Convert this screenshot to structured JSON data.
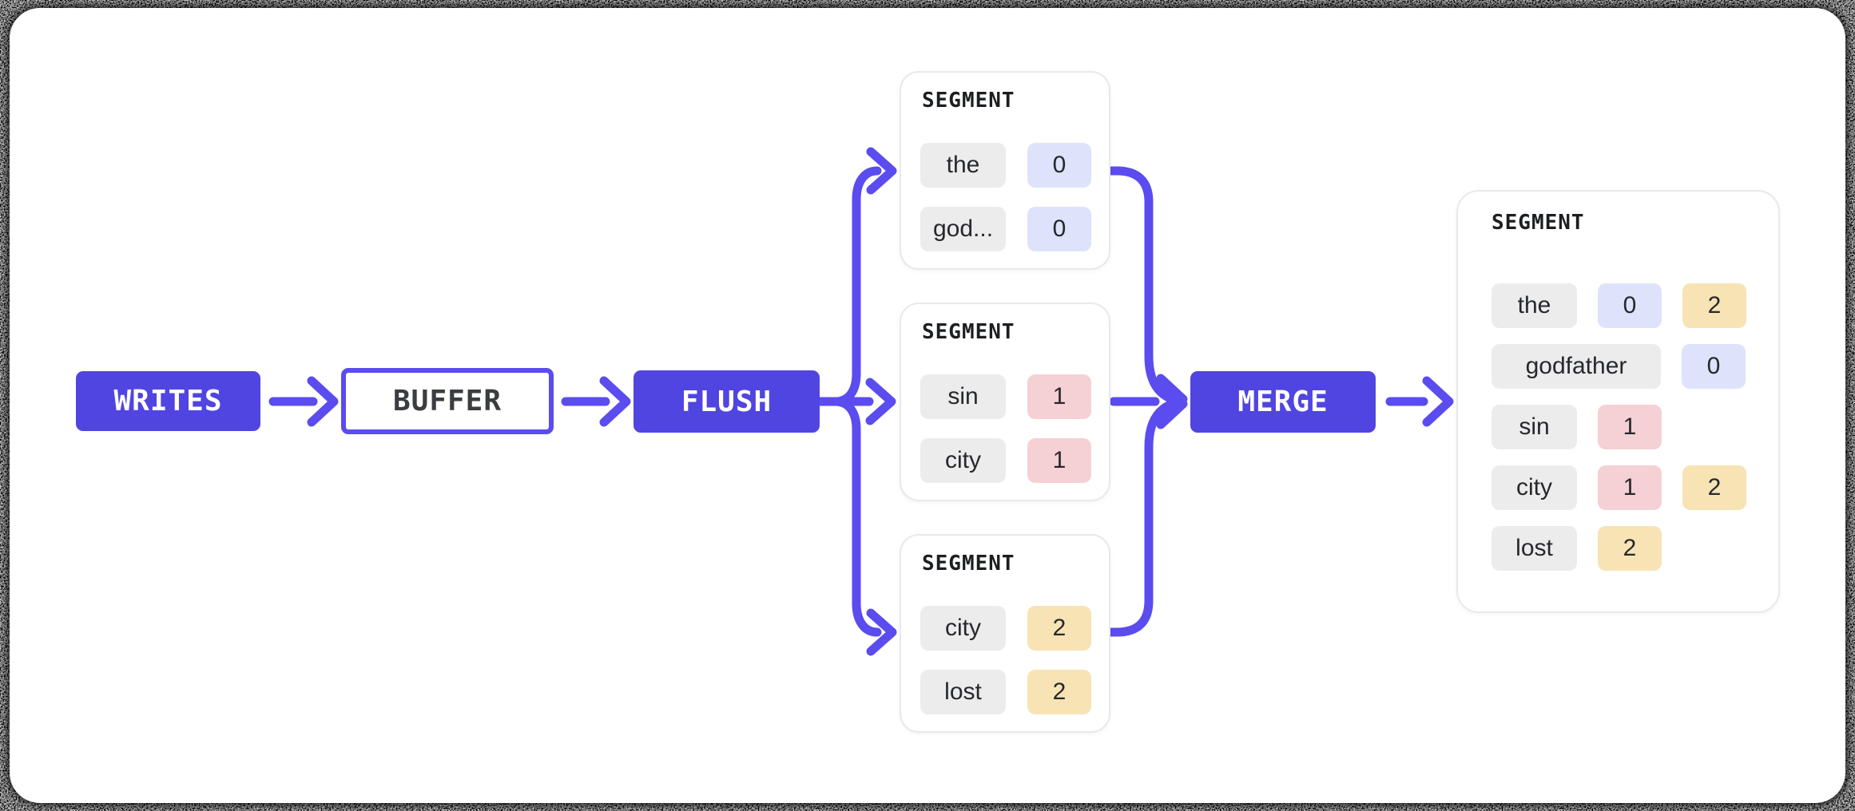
{
  "diagram": {
    "title_semantics": "index write path: writes buffered, flushed to segments, merged into one segment",
    "nodes": [
      {
        "id": "writes",
        "label": "WRITES"
      },
      {
        "id": "buffer",
        "label": "BUFFER"
      },
      {
        "id": "flush",
        "label": "FLUSH"
      },
      {
        "id": "merge",
        "label": "MERGE"
      }
    ],
    "segments": [
      {
        "title": "SEGMENT",
        "rows": [
          {
            "term": "the",
            "postings": [
              {
                "value": "0",
                "color": "lavender"
              }
            ]
          },
          {
            "term": "god...",
            "postings": [
              {
                "value": "0",
                "color": "lavender"
              }
            ]
          }
        ]
      },
      {
        "title": "SEGMENT",
        "rows": [
          {
            "term": "sin",
            "postings": [
              {
                "value": "1",
                "color": "pink"
              }
            ]
          },
          {
            "term": "city",
            "postings": [
              {
                "value": "1",
                "color": "pink"
              }
            ]
          }
        ]
      },
      {
        "title": "SEGMENT",
        "rows": [
          {
            "term": "city",
            "postings": [
              {
                "value": "2",
                "color": "amber"
              }
            ]
          },
          {
            "term": "lost",
            "postings": [
              {
                "value": "2",
                "color": "amber"
              }
            ]
          }
        ]
      }
    ],
    "merged_segment": {
      "title": "SEGMENT",
      "rows": [
        {
          "term": "the",
          "wide": false,
          "postings": [
            {
              "value": "0",
              "color": "lavender"
            },
            {
              "value": "2",
              "color": "amber"
            }
          ]
        },
        {
          "term": "godfather",
          "wide": true,
          "postings": [
            {
              "value": "0",
              "color": "lavender"
            }
          ]
        },
        {
          "term": "sin",
          "wide": false,
          "postings": [
            {
              "value": "1",
              "color": "pink"
            }
          ]
        },
        {
          "term": "city",
          "wide": false,
          "postings": [
            {
              "value": "1",
              "color": "pink"
            },
            {
              "value": "2",
              "color": "amber"
            }
          ]
        },
        {
          "term": "lost",
          "wide": false,
          "postings": [
            {
              "value": "2",
              "color": "amber"
            }
          ]
        }
      ]
    },
    "colors": {
      "accent_fill": "#5045e1",
      "arrow_stroke": "#5a4cee",
      "chip_gray": "#ececec",
      "chip_lavender": "#dee3fb",
      "chip_pink": "#f5d0d4",
      "chip_amber": "#f7e3b4",
      "card_border": "#e9e9eb"
    }
  }
}
